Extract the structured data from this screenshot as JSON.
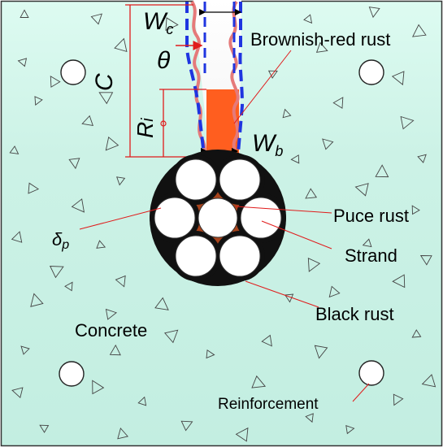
{
  "labels": {
    "wc_main": "W",
    "wc_sub": "c",
    "theta": "θ",
    "c": "C",
    "ri_main": "R",
    "ri_sub": "i",
    "wb_main": "W",
    "wb_sub": "b",
    "delta_main": "δ",
    "delta_sub": "p",
    "brownish_red_rust": "Brownish-red rust",
    "puce_rust": "Puce rust",
    "strand": "Strand",
    "black_rust": "Black rust",
    "concrete": "Concrete",
    "reinforcement": "Reinforcement"
  },
  "colors": {
    "concrete": "#CCF2E6",
    "crack_rust": "#FF5E1F",
    "wavy_crack": "#E57A7A",
    "dashed_boundary": "#1F35E0",
    "black_rust": "#111111",
    "puce_rust": "#A8441C",
    "leader": "#E01B1B",
    "wire": "#FFFFFF"
  }
}
